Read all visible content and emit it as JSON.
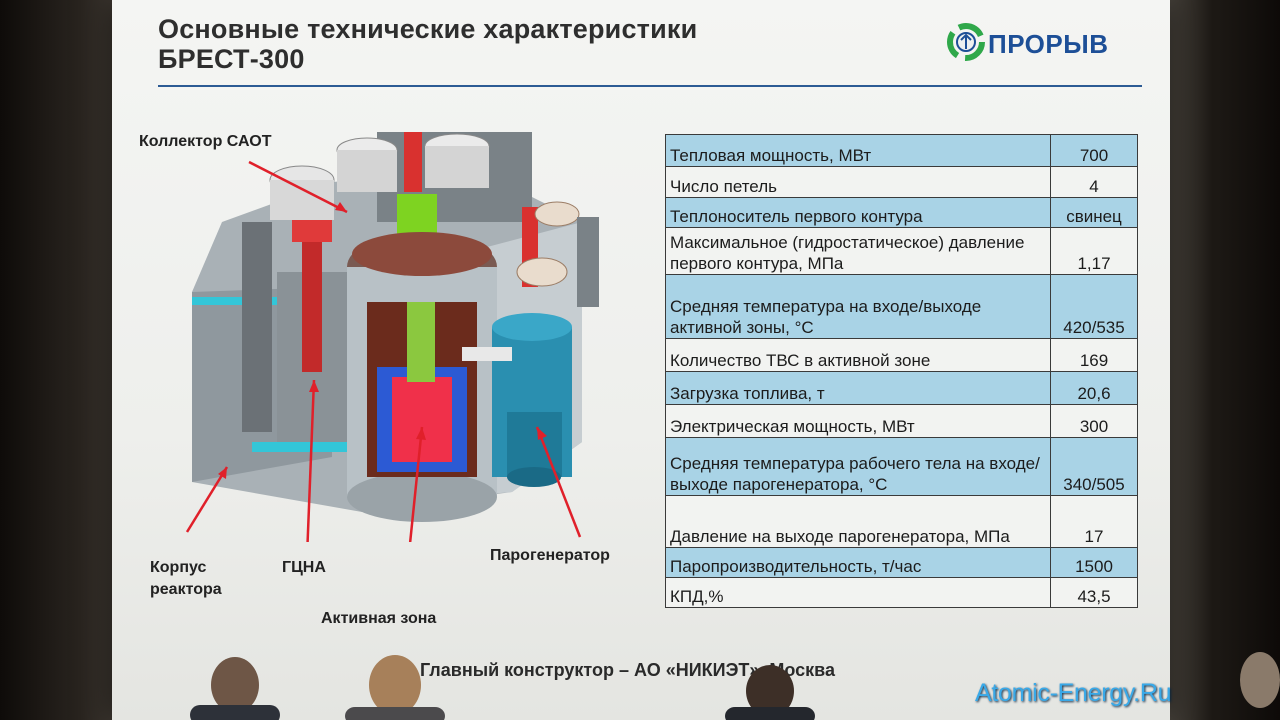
{
  "slide": {
    "title_line1": "Основные технические характеристики",
    "title_line2": "БРЕСТ-300",
    "logo_text": "ПРОРЫВ"
  },
  "diagram_labels": {
    "collector": "Коллектор САОТ",
    "vessel_line1": "Корпус",
    "vessel_line2": "реактора",
    "pump": "ГЦНА",
    "core": "Активная зона",
    "steam_generator": "Парогенератор"
  },
  "specs": [
    {
      "param": "Тепловая мощность, МВт",
      "value": "700"
    },
    {
      "param": "Число петель",
      "value": "4"
    },
    {
      "param": "Теплоноситель первого контура",
      "value": "свинец"
    },
    {
      "param": "Максимальное (гидростатическое) давление первого контура, МПа",
      "value": "1,17"
    },
    {
      "param": "Средняя температура на входе/выходе активной зоны, °С",
      "value": "420/535"
    },
    {
      "param": "Количество ТВС в активной зоне",
      "value": "169"
    },
    {
      "param": "Загрузка топлива, т",
      "value": "20,6"
    },
    {
      "param": "Электрическая мощность, МВт",
      "value": "300"
    },
    {
      "param": "Средняя температура рабочего тела на входе/выходе парогенератора, °С",
      "value": "340/505"
    },
    {
      "param": "Давление на выходе парогенератора, МПа",
      "value": "17"
    },
    {
      "param": "Паропроизводительность, т/час",
      "value": "1500"
    },
    {
      "param": "КПД,%",
      "value": "43,5"
    }
  ],
  "footer": "Главный конструктор – АО «НИКИЭТ», Москва",
  "watermark": "Atomic-Energy.Ru",
  "colors": {
    "title_rule": "#2c5b94",
    "logo_blue": "#1d4f97",
    "table_highlight": "#a9d3e6",
    "arrow_red": "#e0202a",
    "watermark": "#39a9e8"
  }
}
